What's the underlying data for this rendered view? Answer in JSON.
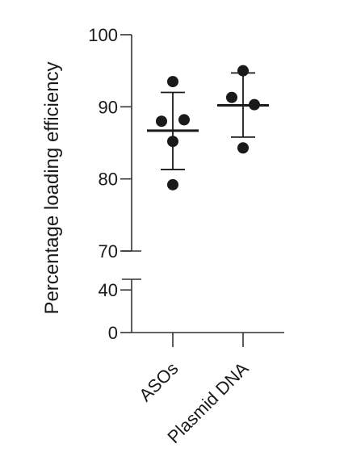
{
  "chart_data": {
    "type": "scatter",
    "title": "",
    "ylabel": "Percentage loading efficiency",
    "xlabel": "",
    "categories": [
      "ASOs",
      "Plasmid DNA"
    ],
    "y_axis": {
      "broken": true,
      "lower_segment": {
        "range": [
          0,
          50
        ],
        "ticks": [
          0,
          40
        ]
      },
      "upper_segment": {
        "range": [
          70,
          100
        ],
        "ticks": [
          70,
          80,
          90,
          100
        ]
      }
    },
    "series": [
      {
        "category": "ASOs",
        "points": [
          93.5,
          88.0,
          88.2,
          85.2,
          79.2
        ],
        "mean": 86.7,
        "error_upper": 92.0,
        "error_lower": 81.3
      },
      {
        "category": "Plasmid DNA",
        "points": [
          95.0,
          91.3,
          90.3,
          84.3
        ],
        "mean": 90.2,
        "error_upper": 94.7,
        "error_lower": 85.8
      }
    ],
    "grid": false,
    "legend": "none"
  },
  "colors": {
    "ink": "#1a1a1a",
    "axis": "#333333"
  }
}
